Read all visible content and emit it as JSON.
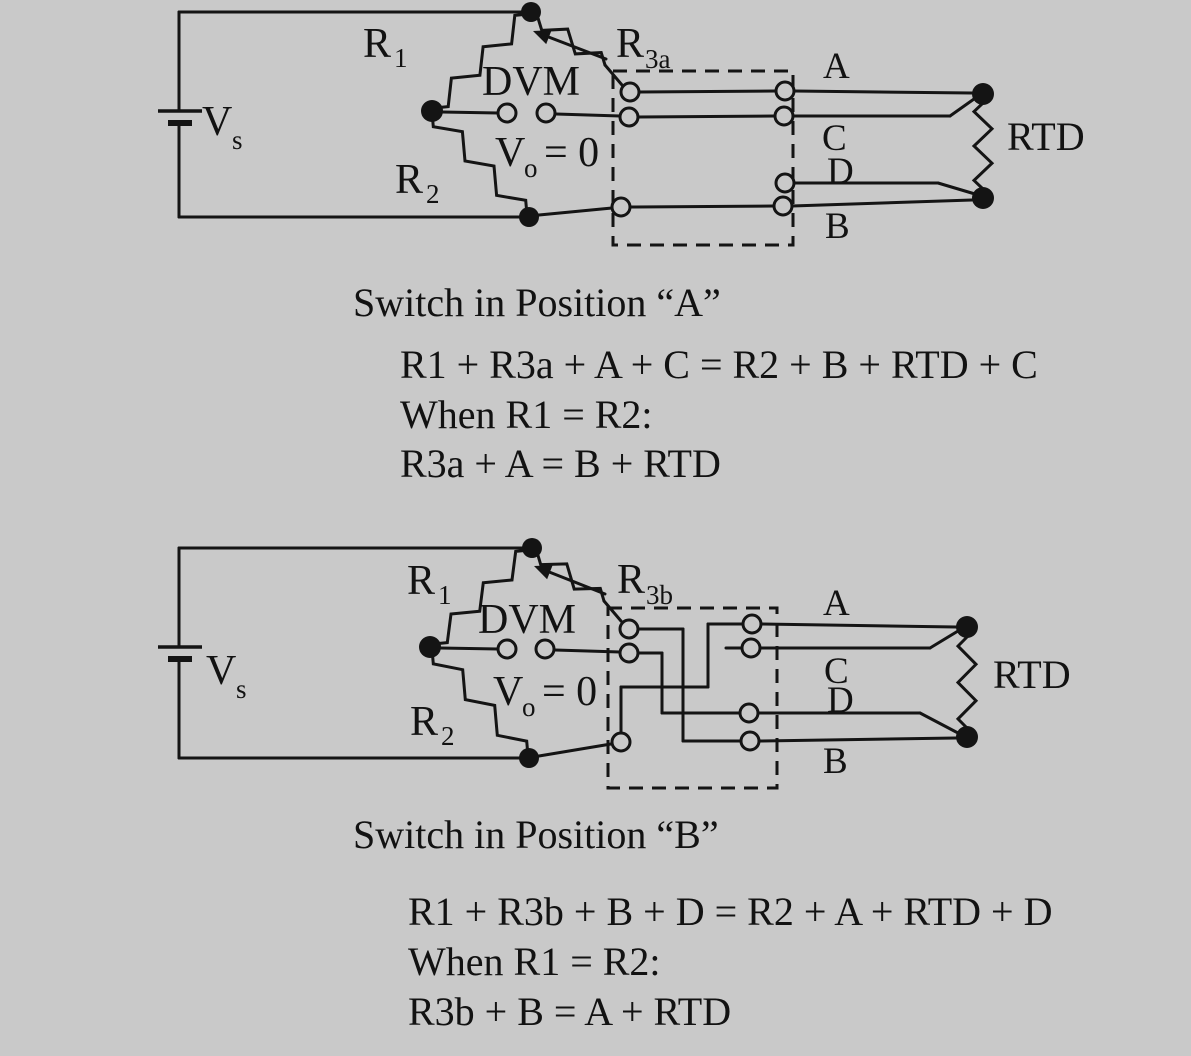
{
  "colors": {
    "background": "#c9c9c9",
    "ink": "#141414"
  },
  "circuit_a": {
    "source": {
      "base": "V",
      "sub": "s"
    },
    "r1": {
      "base": "R",
      "sub": "1"
    },
    "r2": {
      "base": "R",
      "sub": "2"
    },
    "r3": {
      "base": "R",
      "sub": "3a"
    },
    "meter": {
      "name": "DVM",
      "reading_base": "V",
      "reading_sub": "o",
      "reading_rest": "= 0"
    },
    "wires": {
      "a": "A",
      "b": "B",
      "c": "C",
      "d": "D"
    },
    "sensor": "RTD",
    "caption": "Switch in Position “A”",
    "equations": [
      "R1 + R3a + A + C = R2 + B + RTD + C",
      "When R1 = R2:",
      "R3a + A = B + RTD"
    ]
  },
  "circuit_b": {
    "source": {
      "base": "V",
      "sub": "s"
    },
    "r1": {
      "base": "R",
      "sub": "1"
    },
    "r2": {
      "base": "R",
      "sub": "2"
    },
    "r3": {
      "base": "R",
      "sub": "3b"
    },
    "meter": {
      "name": "DVM",
      "reading_base": "V",
      "reading_sub": "o",
      "reading_rest": "= 0"
    },
    "wires": {
      "a": "A",
      "b": "B",
      "c": "C",
      "d": "D"
    },
    "sensor": "RTD",
    "caption": "Switch in Position “B”",
    "equations": [
      "R1 + R3b + B + D = R2 + A + RTD + D",
      "When R1 = R2:",
      "R3b + B = A + RTD"
    ]
  }
}
